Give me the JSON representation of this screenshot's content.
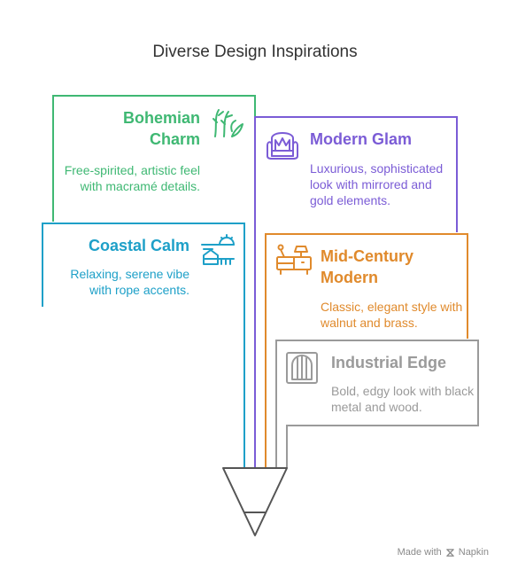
{
  "title": "Diverse Design Inspirations",
  "cards": [
    {
      "title": "Bohemian Charm",
      "description": "Free-spirited, artistic feel with macramé details.",
      "color": "#3fb873",
      "icon": "plant-icon"
    },
    {
      "title": "Coastal Calm",
      "description": "Relaxing, serene vibe with rope accents.",
      "color": "#1ea0c8",
      "icon": "beach-house-icon"
    },
    {
      "title": "Modern Glam",
      "description": "Luxurious, sophisticated look with mirrored and gold elements.",
      "color": "#7b5cd6",
      "icon": "armchair-icon"
    },
    {
      "title": "Mid-Century Modern",
      "description": "Classic, elegant style with walnut and brass.",
      "color": "#e08a2c",
      "icon": "sideboard-icon"
    },
    {
      "title": "Industrial Edge",
      "description": "Bold, edgy look with black metal and wood.",
      "color": "#9a9a9a",
      "icon": "industrial-door-icon"
    }
  ],
  "footer": {
    "label": "Made with",
    "brand": "Napkin"
  }
}
